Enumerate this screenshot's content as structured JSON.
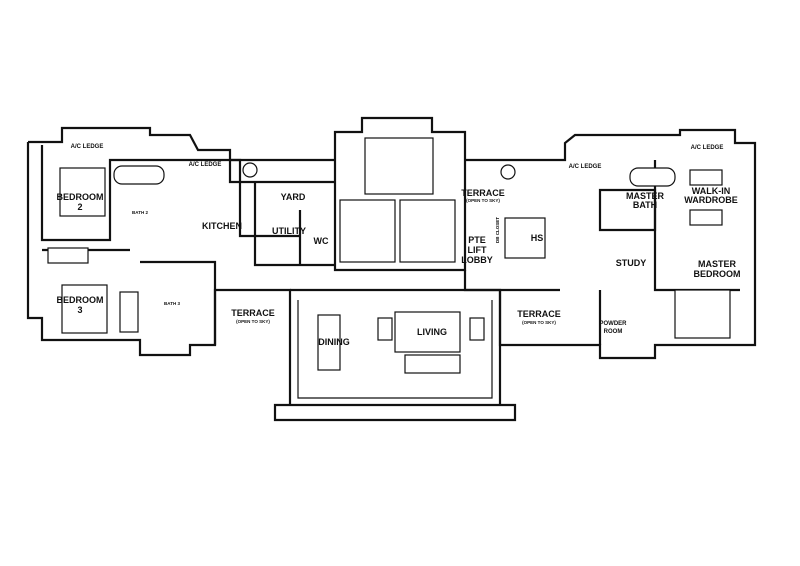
{
  "rooms": {
    "ac_ledge_left_1": "A/C LEDGE",
    "ac_ledge_left_2": "A/C LEDGE",
    "bedroom2": [
      "BEDROOM",
      "2"
    ],
    "bath2": "BATH 2",
    "kitchen": "KITCHEN",
    "yard": "YARD",
    "utility": "UTILITY",
    "wc": "WC",
    "bedroom3": [
      "BEDROOM",
      "3"
    ],
    "bath3": "BATH 3",
    "terrace_left": [
      "TERRACE",
      "(OPEN TO SKY)"
    ],
    "dining": "DINING",
    "living": "LIVING",
    "terrace_top": [
      "TERRACE",
      "(OPEN TO SKY)"
    ],
    "pte_lift_lobby": [
      "PTE",
      "LIFT",
      "LOBBY"
    ],
    "db_closet": "DB CLOSET",
    "hs": "HS",
    "ac_ledge_right_1": "A/C LEDGE",
    "ac_ledge_right_2": "A/C LEDGE",
    "master_bath": [
      "MASTER",
      "BATH"
    ],
    "walk_in_wardrobe": [
      "WALK-IN",
      "WARDROBE"
    ],
    "study": "STUDY",
    "master_bedroom": [
      "MASTER",
      "BEDROOM"
    ],
    "terrace_right": [
      "TERRACE",
      "(OPEN TO SKY)"
    ],
    "powder_room": [
      "POWDER",
      "ROOM"
    ]
  }
}
